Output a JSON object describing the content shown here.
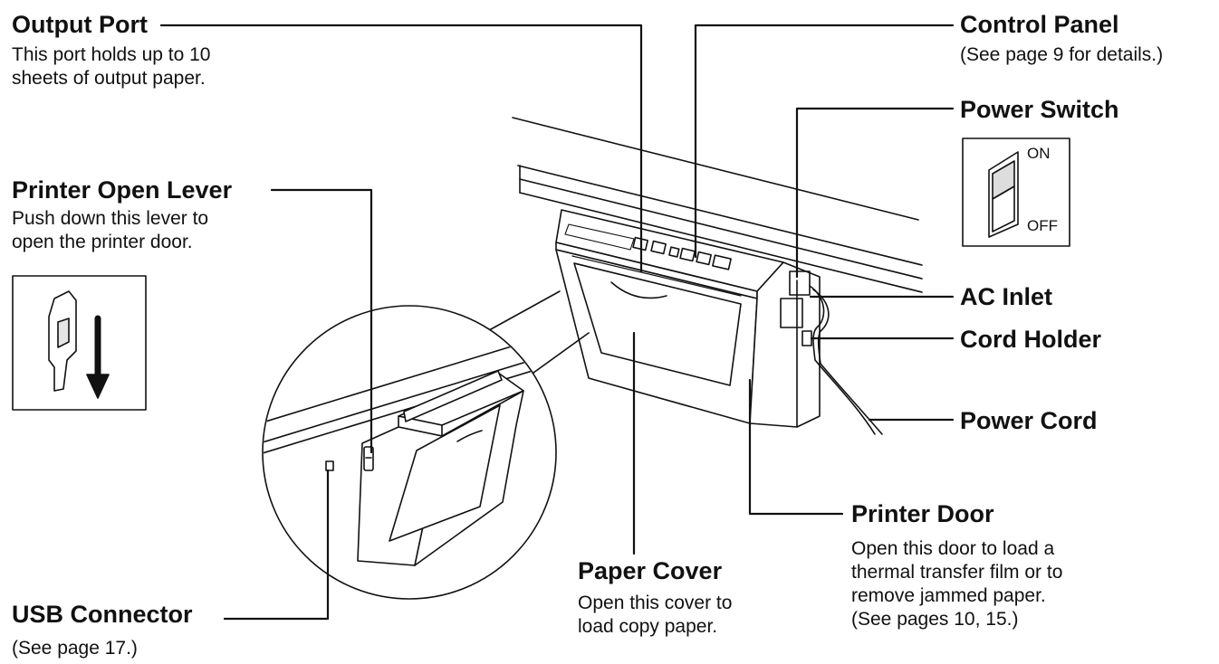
{
  "labels": {
    "output_port": {
      "title": "Output Port",
      "desc": "This port holds up to 10\nsheets of output paper."
    },
    "control_panel": {
      "title": "Control Panel",
      "desc": "(See page 9 for details.)"
    },
    "power_switch": {
      "title": "Power Switch",
      "on": "ON",
      "off": "OFF"
    },
    "printer_open_lever": {
      "title": "Printer Open Lever",
      "desc": "Push down this lever to\nopen the printer door."
    },
    "ac_inlet": {
      "title": "AC Inlet"
    },
    "cord_holder": {
      "title": "Cord Holder"
    },
    "power_cord": {
      "title": "Power Cord"
    },
    "printer_door": {
      "title": "Printer Door",
      "desc": "Open this door to load a\nthermal transfer film or to\nremove jammed paper.\n(See pages 10, 15.)"
    },
    "paper_cover": {
      "title": "Paper Cover",
      "desc": "Open this cover to\nload copy paper."
    },
    "usb_connector": {
      "title": "USB Connector",
      "desc": "(See page 17.)"
    }
  },
  "colors": {
    "line": "#111111",
    "body_fill": "#ffffff",
    "shade": "#e6e6e6"
  },
  "icons": [
    "power-switch-icon",
    "lever-down-arrow-icon"
  ]
}
